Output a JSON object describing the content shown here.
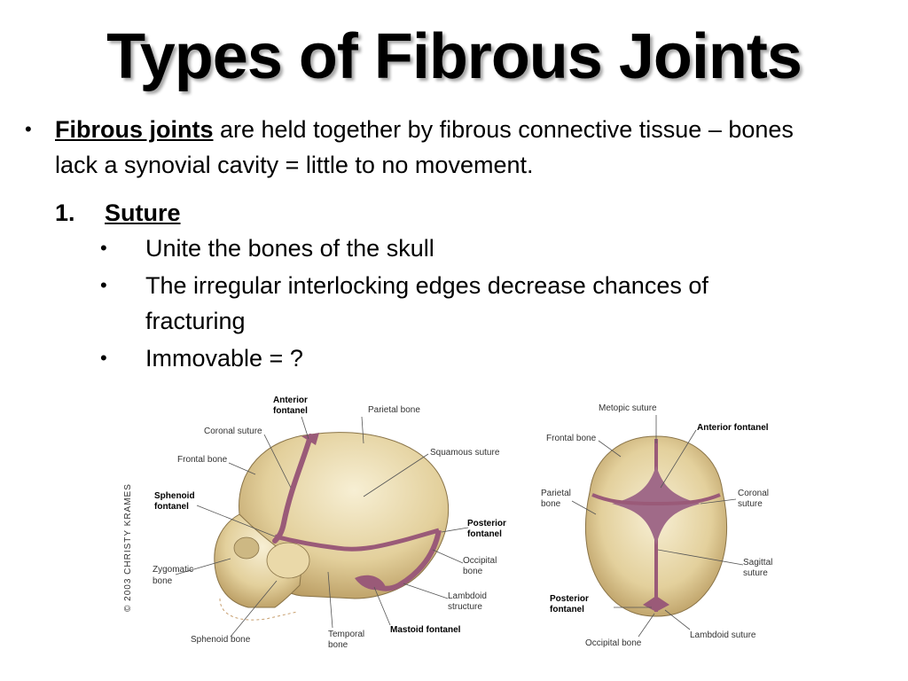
{
  "slide": {
    "title": "Types of Fibrous Joints",
    "intro": {
      "term": "Fibrous joints",
      "text1": " are held together by fibrous connective tissue – bones",
      "text2": "lack a synovial cavity = little to no movement."
    },
    "item": {
      "number": "1.",
      "heading": "Suture",
      "bullets": [
        "Unite the bones of the skull",
        "The irregular interlocking edges decrease chances of",
        "fracturing",
        "Immovable =  ?"
      ]
    },
    "bullet_glyph": "•"
  },
  "figure": {
    "copyright": "© 2003 CHRISTY KRAMES",
    "side_view": {
      "labels": {
        "anterior_fontanel_1": "Anterior",
        "anterior_fontanel_2": "fontanel",
        "parietal_bone": "Parietal bone",
        "coronal_suture": "Coronal suture",
        "frontal_bone": "Frontal bone",
        "squamous_suture": "Squamous suture",
        "sphenoid_fontanel_1": "Sphenoid",
        "sphenoid_fontanel_2": "fontanel",
        "posterior_fontanel_1": "Posterior",
        "posterior_fontanel_2": "fontanel",
        "occipital_bone_1": "Occipital",
        "occipital_bone_2": "bone",
        "zygomatic_bone_1": "Zygomatic",
        "zygomatic_bone_2": "bone",
        "lambdoid_structure_1": "Lambdoid",
        "lambdoid_structure_2": "structure",
        "mastoid_fontanel": "Mastoid fontanel",
        "temporal_bone_1": "Temporal",
        "temporal_bone_2": "bone",
        "sphenoid_bone": "Sphenoid bone"
      }
    },
    "top_view": {
      "labels": {
        "metopic_suture": "Metopic suture",
        "anterior_fontanel": "Anterior fontanel",
        "frontal_bone": "Frontal bone",
        "parietal_bone_1": "Parietal",
        "parietal_bone_2": "bone",
        "coronal_suture_1": "Coronal",
        "coronal_suture_2": "suture",
        "sagittal_suture_1": "Sagittal",
        "sagittal_suture_2": "suture",
        "posterior_fontanel_1": "Posterior",
        "posterior_fontanel_2": "fontanel",
        "lambdoid_suture": "Lambdoid suture",
        "occipital_bone": "Occipital bone"
      }
    },
    "colors": {
      "bone": "#e6d6a6",
      "bone_shade": "#c9b07a",
      "suture": "#9a5a78"
    }
  }
}
